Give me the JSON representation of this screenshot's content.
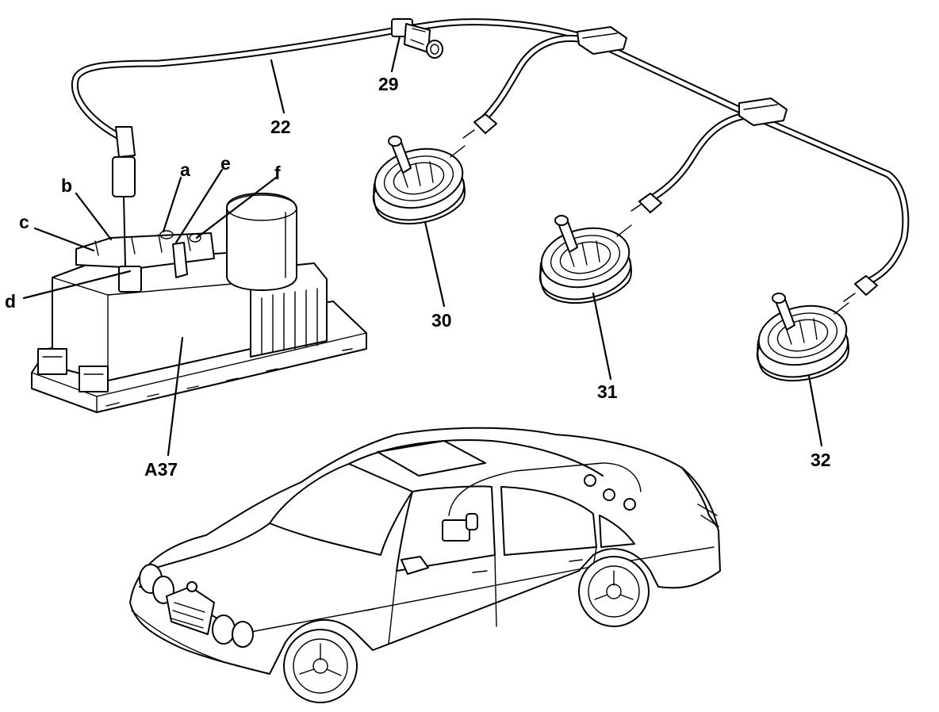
{
  "labels": {
    "hose": "22",
    "connector": "29",
    "actuator_1": "30",
    "actuator_2": "31",
    "actuator_3": "32",
    "pump": "A37",
    "port_a": "a",
    "port_b": "b",
    "port_c": "c",
    "port_d": "d",
    "port_e": "e",
    "port_f": "f"
  }
}
